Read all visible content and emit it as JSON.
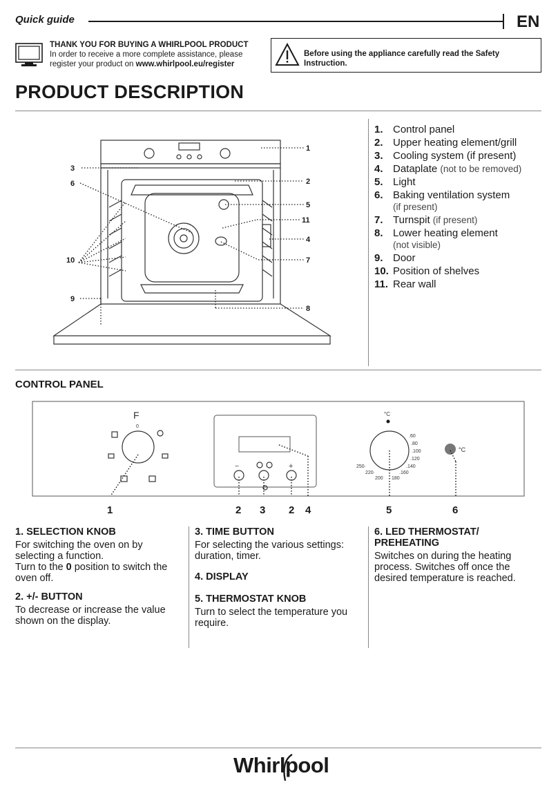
{
  "header": {
    "quick_guide": "Quick guide",
    "lang": "EN"
  },
  "register": {
    "title": "THANK YOU FOR BUYING A WHIRLPOOL PRODUCT",
    "line1": "In order to receive a more complete assistance, please",
    "line2_prefix": "register your product on ",
    "url": "www.whirlpool.eu/register"
  },
  "warning": {
    "text": "Before using the appliance carefully read the Safety Instruction."
  },
  "product_description": {
    "title": "PRODUCT DESCRIPTION",
    "items": [
      {
        "num": "1.",
        "label": "Control panel",
        "note": ""
      },
      {
        "num": "2.",
        "label": "Upper heating element/grill",
        "note": ""
      },
      {
        "num": "3.",
        "label": "Cooling system (if present)",
        "note": ""
      },
      {
        "num": "4.",
        "label": "Dataplate ",
        "note": "(not to be removed)"
      },
      {
        "num": "5.",
        "label": "Light",
        "note": ""
      },
      {
        "num": "6.",
        "label": "Baking ventilation system",
        "note2": "(if present)"
      },
      {
        "num": "7.",
        "label": "Turnspit ",
        "note": "(if present)"
      },
      {
        "num": "8.",
        "label": "Lower heating element",
        "note2": "(not visible)"
      },
      {
        "num": "9.",
        "label": "Door",
        "note": ""
      },
      {
        "num": "10.",
        "label": "Position of shelves",
        "note": ""
      },
      {
        "num": "11.",
        "label": "Rear wall",
        "note": ""
      }
    ],
    "callouts": [
      "1",
      "2",
      "3",
      "4",
      "5",
      "6",
      "7",
      "8",
      "9",
      "10",
      "11"
    ]
  },
  "control_panel": {
    "title": "CONTROL PANEL",
    "knob_letter": "F",
    "zero_mark": "0",
    "celsius": "°C",
    "temps": [
      ".60",
      ".80",
      ".100",
      ".120",
      ".140",
      ".160",
      "180",
      "200",
      "220·",
      "250·"
    ],
    "minus": "−",
    "plus": "+",
    "numbers": [
      "1",
      "2",
      "3",
      "2",
      "4",
      "5",
      "6"
    ]
  },
  "descriptions": {
    "c1": {
      "h1": "1. SELECTION KNOB",
      "p1": "For switching the oven on by selecting a function.",
      "p1b_pre": "Turn to the ",
      "p1b_sym": "0",
      "p1b_post": " position to switch the oven off.",
      "h2": "2. +/- BUTTON",
      "p2": "To decrease or increase the value shown on the display."
    },
    "c2": {
      "h1": "3. TIME BUTTON",
      "p1": "For selecting the various settings: duration,  timer.",
      "h2": "4. DISPLAY",
      "h3": "5. THERMOSTAT KNOB",
      "p3": "Turn to select the temperature you require."
    },
    "c3": {
      "h1a": "6. LED THERMOSTAT/",
      "h1b": "PREHEATING",
      "p1": "Switches on during the heating process. Switches off once the desired temperature is reached."
    }
  },
  "footer": {
    "brand": "Whirlpool"
  }
}
